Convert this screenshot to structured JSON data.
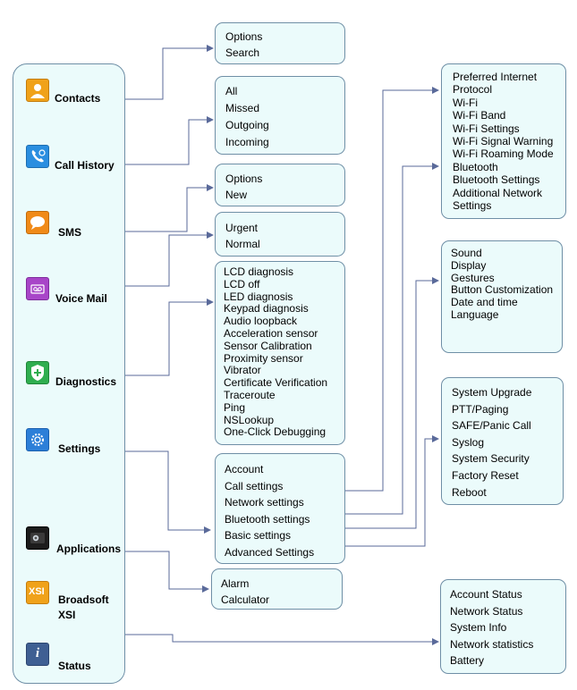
{
  "main_menu": [
    {
      "label": "Contacts",
      "icon": "contacts-icon",
      "color": "#f0a21a"
    },
    {
      "label": "Call History",
      "icon": "call-history-icon",
      "color": "#2a8ee0"
    },
    {
      "label": "SMS",
      "icon": "sms-icon",
      "color": "#f08a18"
    },
    {
      "label": "Voice Mail",
      "icon": "voicemail-icon",
      "color": "#a845c8"
    },
    {
      "label": "Diagnostics",
      "icon": "diagnostics-shield-icon",
      "color": "#2fae4f"
    },
    {
      "label": "Settings",
      "icon": "settings-gear-icon",
      "color": "#2c7fd8"
    },
    {
      "label": "Applications",
      "icon": "applications-camera-icon",
      "color": "#1c1c1c"
    },
    {
      "label": "Broadsoft XSI",
      "icon": "broadsoft-xsi-icon",
      "color": "#f0a21a",
      "icon_text": "XSI"
    },
    {
      "label": "Status",
      "icon": "status-info-icon",
      "color": "#3f5f93",
      "icon_text": "i"
    }
  ],
  "contacts_submenu": [
    "Options",
    "Search"
  ],
  "call_history_submenu": [
    "All",
    "Missed",
    "Outgoing",
    "Incoming"
  ],
  "sms_submenu": [
    "Options",
    "New"
  ],
  "voice_mail_submenu": [
    "Urgent",
    "Normal"
  ],
  "diagnostics_submenu": [
    "LCD diagnosis",
    "LCD off",
    "LED diagnosis",
    "Keypad diagnosis",
    "Audio loopback",
    "Acceleration sensor",
    "Sensor Calibration",
    "Proximity sensor",
    "Vibrator",
    "Certificate Verification",
    "Traceroute",
    "Ping",
    "NSLookup",
    "One-Click Debugging"
  ],
  "settings_submenu": [
    "Account",
    "Call settings",
    "Network settings",
    "Bluetooth settings",
    "Basic settings",
    "Advanced Settings"
  ],
  "applications_submenu": [
    "Alarm",
    "Calculator"
  ],
  "status_submenu": [
    "Account Status",
    "Network Status",
    "System Info",
    "Network statistics",
    "Battery"
  ],
  "network_settings_submenu": [
    "Preferred Internet",
    "Protocol",
    "Wi-Fi",
    "Wi-Fi Band",
    "Wi-Fi Settings",
    "Wi-Fi Signal Warning",
    "Wi-Fi Roaming Mode",
    "Bluetooth",
    "Bluetooth Settings",
    "Additional Network",
    "Settings"
  ],
  "basic_settings_submenu": [
    "Sound",
    "Display",
    "Gestures",
    "Button Customization",
    "Date and time",
    "Language"
  ],
  "advanced_settings_submenu": [
    "System Upgrade",
    "PTT/Paging",
    "SAFE/Panic Call",
    "Syslog",
    "System Security",
    "Factory Reset",
    "Reboot"
  ],
  "colors": {
    "box_fill": "#ebfbfb",
    "box_border": "#6f8fa6",
    "connector": "#5a6a9a"
  }
}
